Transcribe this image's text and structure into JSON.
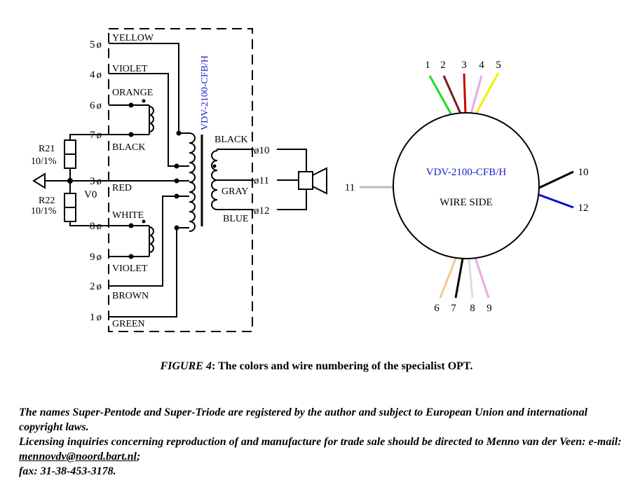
{
  "schematic": {
    "transformer_model": "VDV-2100-CFB/H",
    "left_terminals": [
      {
        "num": "5",
        "color": "YELLOW"
      },
      {
        "num": "4",
        "color": "VIOLET"
      },
      {
        "num": "6",
        "color": "ORANGE"
      },
      {
        "num": "7",
        "color": "BLACK"
      },
      {
        "num": "3",
        "color": "RED"
      },
      {
        "num": "8",
        "color": "WHITE"
      },
      {
        "num": "9",
        "color": "VIOLET"
      },
      {
        "num": "2",
        "color": "BROWN"
      },
      {
        "num": "1",
        "color": "GREEN"
      }
    ],
    "terminal_symbol": "ø",
    "right_terminals": [
      {
        "num": "10",
        "color": "BLACK"
      },
      {
        "num": "11",
        "color": "GRAY"
      },
      {
        "num": "12",
        "color": "BLUE"
      }
    ],
    "resistors": [
      {
        "name": "R21",
        "value": "10/1%"
      },
      {
        "name": "R22",
        "value": "10/1%"
      }
    ],
    "node_label": "V0"
  },
  "wire_side_view": {
    "model": "VDV-2100-CFB/H",
    "label": "WIRE SIDE",
    "model_color": "#1a1acc",
    "wires": [
      {
        "num": "1",
        "color": "#22dd22"
      },
      {
        "num": "2",
        "color": "#7a1a1a"
      },
      {
        "num": "3",
        "color": "#cc0000"
      },
      {
        "num": "4",
        "color": "#e8a8e0"
      },
      {
        "num": "5",
        "color": "#f0f000"
      },
      {
        "num": "6",
        "color": "#f2c890"
      },
      {
        "num": "7",
        "color": "#000000"
      },
      {
        "num": "8",
        "color": "#dddddd"
      },
      {
        "num": "9",
        "color": "#e8a8e0"
      },
      {
        "num": "10",
        "color": "#000000"
      },
      {
        "num": "11",
        "color": "#bbbbbb"
      },
      {
        "num": "12",
        "color": "#0a0ad0"
      }
    ]
  },
  "caption": {
    "figure": "FIGURE 4",
    "text": ": The colors and wire numbering of the specialist OPT."
  },
  "notice": {
    "line1": "The names Super-Pentode and Super-Triode are registered by the author and subject to European Union and international copyright laws.",
    "line2_pre": "Licensing inquiries concerning reproduction of and manufacture for trade sale should be directed to Menno van der Veen: e-mail: ",
    "email": "mennovdv@noord.bart.nl",
    "line2_post": ";",
    "fax": " fax: 31-38-453-3178."
  }
}
